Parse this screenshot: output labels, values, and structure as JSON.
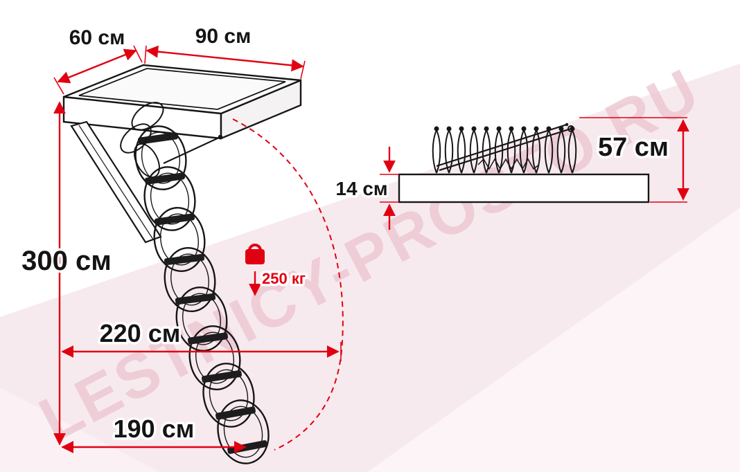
{
  "watermark": "LESTNICY-PROSTO.RU",
  "colors": {
    "accent_red": "#e10012",
    "line_black": "#161616",
    "watermark_pink": "#ecc7d2",
    "background_pink": "#f7eaee"
  },
  "front_view": {
    "hatch_depth": "60 см",
    "hatch_width": "90 см",
    "ceiling_height": "300 см",
    "swing_clearance": "220 см",
    "floor_projection": "190 см",
    "max_load": "250 кг"
  },
  "side_view": {
    "box_thickness": "14 см",
    "folded_height": "57 см"
  }
}
